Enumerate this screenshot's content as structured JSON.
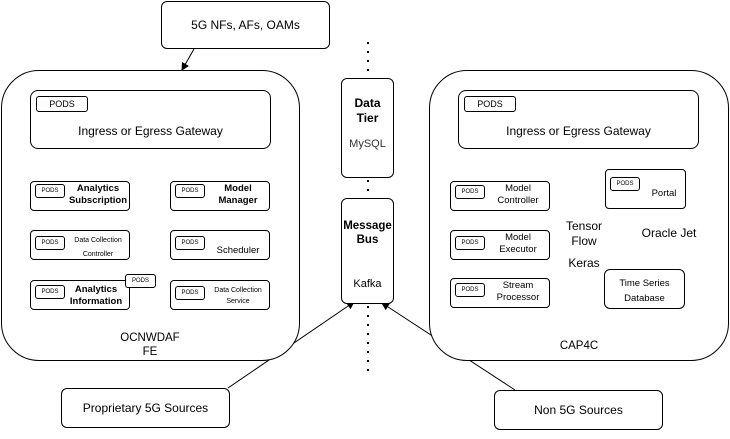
{
  "top_source": "5G NFs, AFs, OAMs",
  "left_cluster": {
    "gateway_pods": "PODS",
    "gateway_label": "Ingress or Egress Gateway",
    "services": [
      {
        "pods": "PODS",
        "label": "Analytics\nSubscription"
      },
      {
        "pods": "PODS",
        "label": "Model\nManager"
      },
      {
        "pods": "PODS",
        "label": "Data Collection\nController"
      },
      {
        "pods": "PODS",
        "label": "Scheduler"
      },
      {
        "pods": "PODS",
        "label": "Analytics\nInformation",
        "extra_pods": "PODS"
      },
      {
        "pods": "PODS",
        "label": "Data Collection\nService"
      }
    ],
    "name": "OCNWDAF\nFE"
  },
  "middle": {
    "data_tier_title": "Data\nTier",
    "data_tier_sub": "MySQL",
    "message_bus_title": "Message\nBus",
    "message_bus_sub": "Kafka"
  },
  "right_cluster": {
    "gateway_pods": "PODS",
    "gateway_label": "Ingress or Egress Gateway",
    "services": [
      {
        "pods": "PODS",
        "label": "Model\nController"
      },
      {
        "pods": "PODS",
        "label": "Model\nExecutor"
      },
      {
        "pods": "PODS",
        "label": "Stream\nProcessor"
      }
    ],
    "portal_pods": "PODS",
    "portal_label": "Portal",
    "tensorflow_label": "Tensor\nFlow",
    "keras_label": "Keras",
    "oracle_label": "Oracle Jet",
    "tsdb_label": "Time Series\nDatabase",
    "name": "CAP4C"
  },
  "bottom_left_source": "Proprietary 5G Sources",
  "bottom_right_source": "Non 5G Sources"
}
